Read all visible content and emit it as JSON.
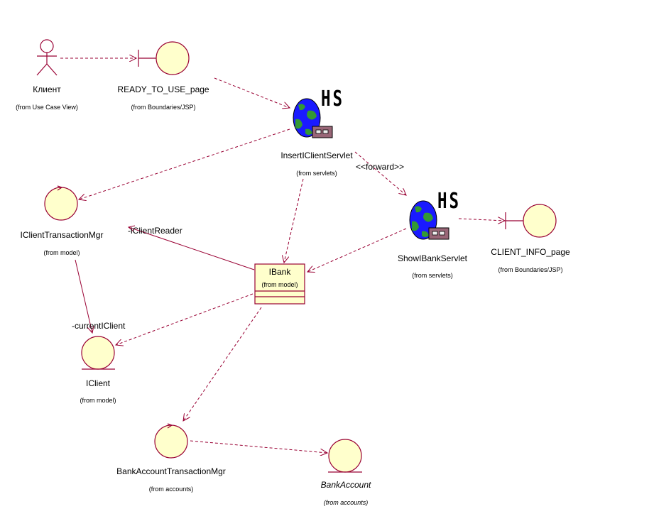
{
  "nodes": {
    "actor": {
      "name": "Клиент",
      "from": "(from Use Case View)"
    },
    "ready_page": {
      "name": "READY_TO_USE_page",
      "from": "(from Boundaries/JSP)"
    },
    "insert_servlet": {
      "name": "InsertIClientServlet",
      "from": "(from servlets)",
      "badge": "HS"
    },
    "show_servlet": {
      "name": "ShowIBankServlet",
      "from": "(from servlets)",
      "badge": "HS"
    },
    "client_info_page": {
      "name": "CLIENT_INFO_page",
      "from": "(from Boundaries/JSP)"
    },
    "transaction_mgr": {
      "name": "IClientTransactionMgr",
      "from": "(from model)"
    },
    "ibank": {
      "name": "IBank",
      "from": "(from model)"
    },
    "iclient": {
      "name": "IClient",
      "from": "(from model)"
    },
    "bank_tx_mgr": {
      "name": "BankAccountTransactionMgr",
      "from": "(from accounts)"
    },
    "bank_account": {
      "name": "BankAccount",
      "from": "(from accounts)"
    }
  },
  "edges": {
    "forward_stereotype": "<<forward>>",
    "client_reader_role": "-iClientReader",
    "current_client_role": "-currentIClient"
  },
  "colors": {
    "fill": "#ffffcc",
    "stroke": "#990033",
    "globe_ocean": "#1a1aff",
    "globe_land": "#339933",
    "server_box": "#996677"
  }
}
